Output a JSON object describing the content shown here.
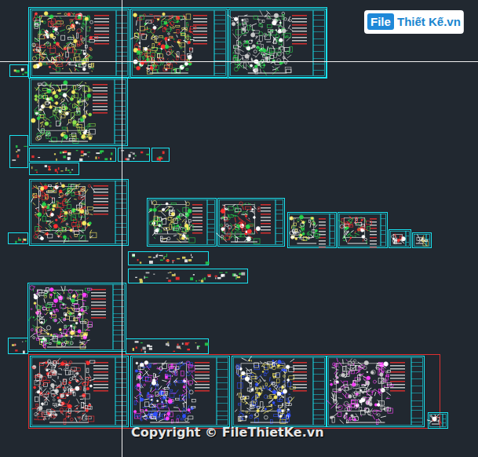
{
  "diagram": {
    "labels": [
      "File",
      "Thiết Kế.vn",
      "Copyright © FileThietKe.vn"
    ]
  }
}
